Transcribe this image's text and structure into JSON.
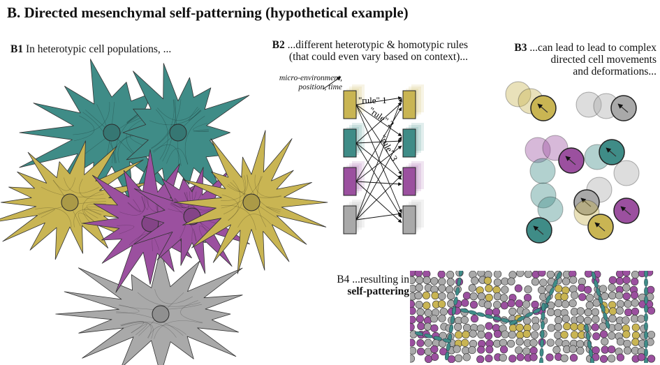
{
  "title": "B. Directed mesenchymal self-patterning (hypothetical example)",
  "panels": {
    "b1": {
      "tag": "B1",
      "text": "In heterotypic cell populations, ..."
    },
    "b2": {
      "tag": "B2",
      "line1": "...different heterotypic & homotypic rules",
      "line2": "(that could even vary based on context)...",
      "context_line1": "micro-environment,",
      "context_line2": "position, time",
      "rules": [
        "\"rule\" 1",
        "\"rule\" 2",
        "\"rule\" 3"
      ]
    },
    "b3": {
      "tag": "B3",
      "line1": "...can lead to lead to complex",
      "line2": "directed cell movements",
      "line3": "and deformations..."
    },
    "b4": {
      "tag": "B4",
      "line1": "...resulting in",
      "line2": "self-pattering"
    }
  },
  "colors": {
    "yellow": "#c9b553",
    "teal": "#3f8c87",
    "purple": "#9b509f",
    "gray": "#a9a9a9"
  },
  "cell_types": [
    "yellow",
    "teal",
    "purple",
    "gray"
  ]
}
